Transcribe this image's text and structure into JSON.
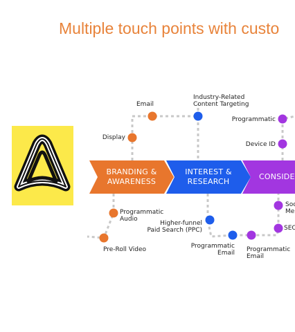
{
  "title": "Multiple touch points with custo",
  "logo": {
    "name": "brand-logo",
    "background": "#FCE94A"
  },
  "colors": {
    "branding": "#E8762D",
    "interest": "#1E5DEB",
    "consider": "#A236E0",
    "connector": "#C8C8C8"
  },
  "stages": [
    {
      "line1": "BRANDING &",
      "line2": "AWARENESS"
    },
    {
      "line1": "INTEREST &",
      "line2": "RESEARCH"
    },
    {
      "line1": "CONSIDER",
      "line2": ""
    }
  ],
  "touchpoints": {
    "email": "Email",
    "display": "Display",
    "industry_line1": "Industry-Related",
    "industry_line2": "Content Targeting",
    "programmatic": "Programmatic",
    "device_id": "Device ID",
    "prog_audio_line1": "Programmatic",
    "prog_audio_line2": "Audio",
    "pre_roll": "Pre-Roll Video",
    "higher_line1": "Higher-funnel",
    "higher_line2": "Paid Search (PPC)",
    "prog_email_a_line1": "Programmatic",
    "prog_email_a_line2": "Email",
    "prog_email_b_line1": "Programmatic",
    "prog_email_b_line2": "Email",
    "social_line1": "Soc",
    "social_line2": "Me",
    "seo": "SEO"
  }
}
